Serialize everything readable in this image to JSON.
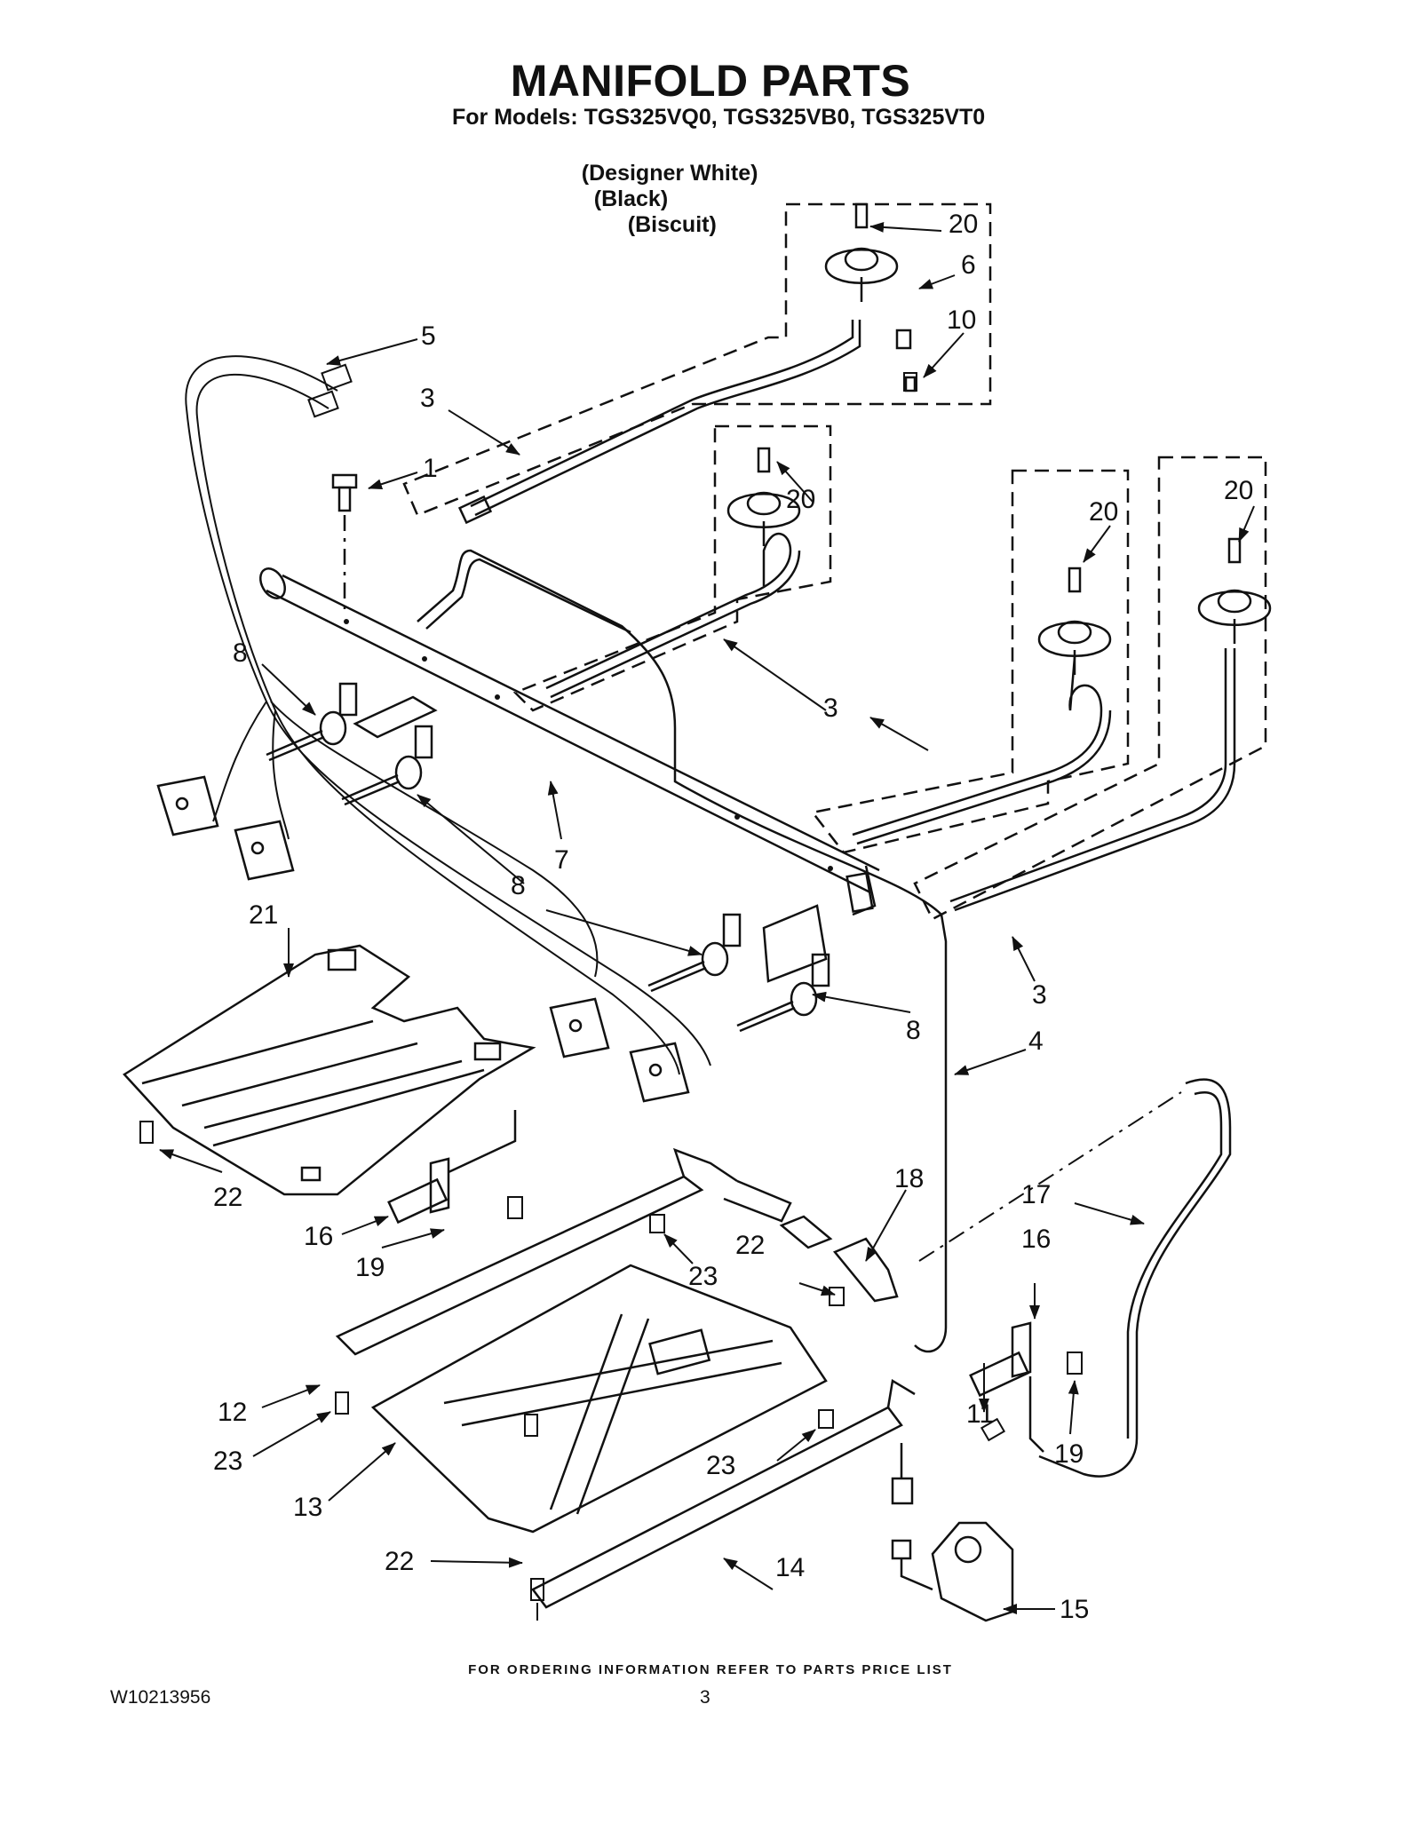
{
  "header": {
    "title": "MANIFOLD PARTS",
    "models_line": "For Models: TGS325VQ0, TGS325VB0, TGS325VT0",
    "colors": [
      "(Designer White)",
      "(Black)",
      "(Biscuit)"
    ]
  },
  "callouts": {
    "c1": "1",
    "c3a": "3",
    "c3b": "3",
    "c3c": "3",
    "c4": "4",
    "c5": "5",
    "c6": "6",
    "c7": "7",
    "c8a": "8",
    "c8b": "8",
    "c8c": "8",
    "c10": "10",
    "c11": "11",
    "c12": "12",
    "c13": "13",
    "c14": "14",
    "c15": "15",
    "c16a": "16",
    "c16b": "16",
    "c17": "17",
    "c18": "18",
    "c19a": "19",
    "c19b": "19",
    "c20a": "20",
    "c20b": "20",
    "c20c": "20",
    "c20d": "20",
    "c21": "21",
    "c22a": "22",
    "c22b": "22",
    "c22c": "22",
    "c23a": "23",
    "c23b": "23",
    "c23c": "23"
  },
  "footer": {
    "ordering_note": "FOR ORDERING INFORMATION REFER TO PARTS PRICE LIST",
    "doc_number": "W10213956",
    "page_number": "3"
  }
}
